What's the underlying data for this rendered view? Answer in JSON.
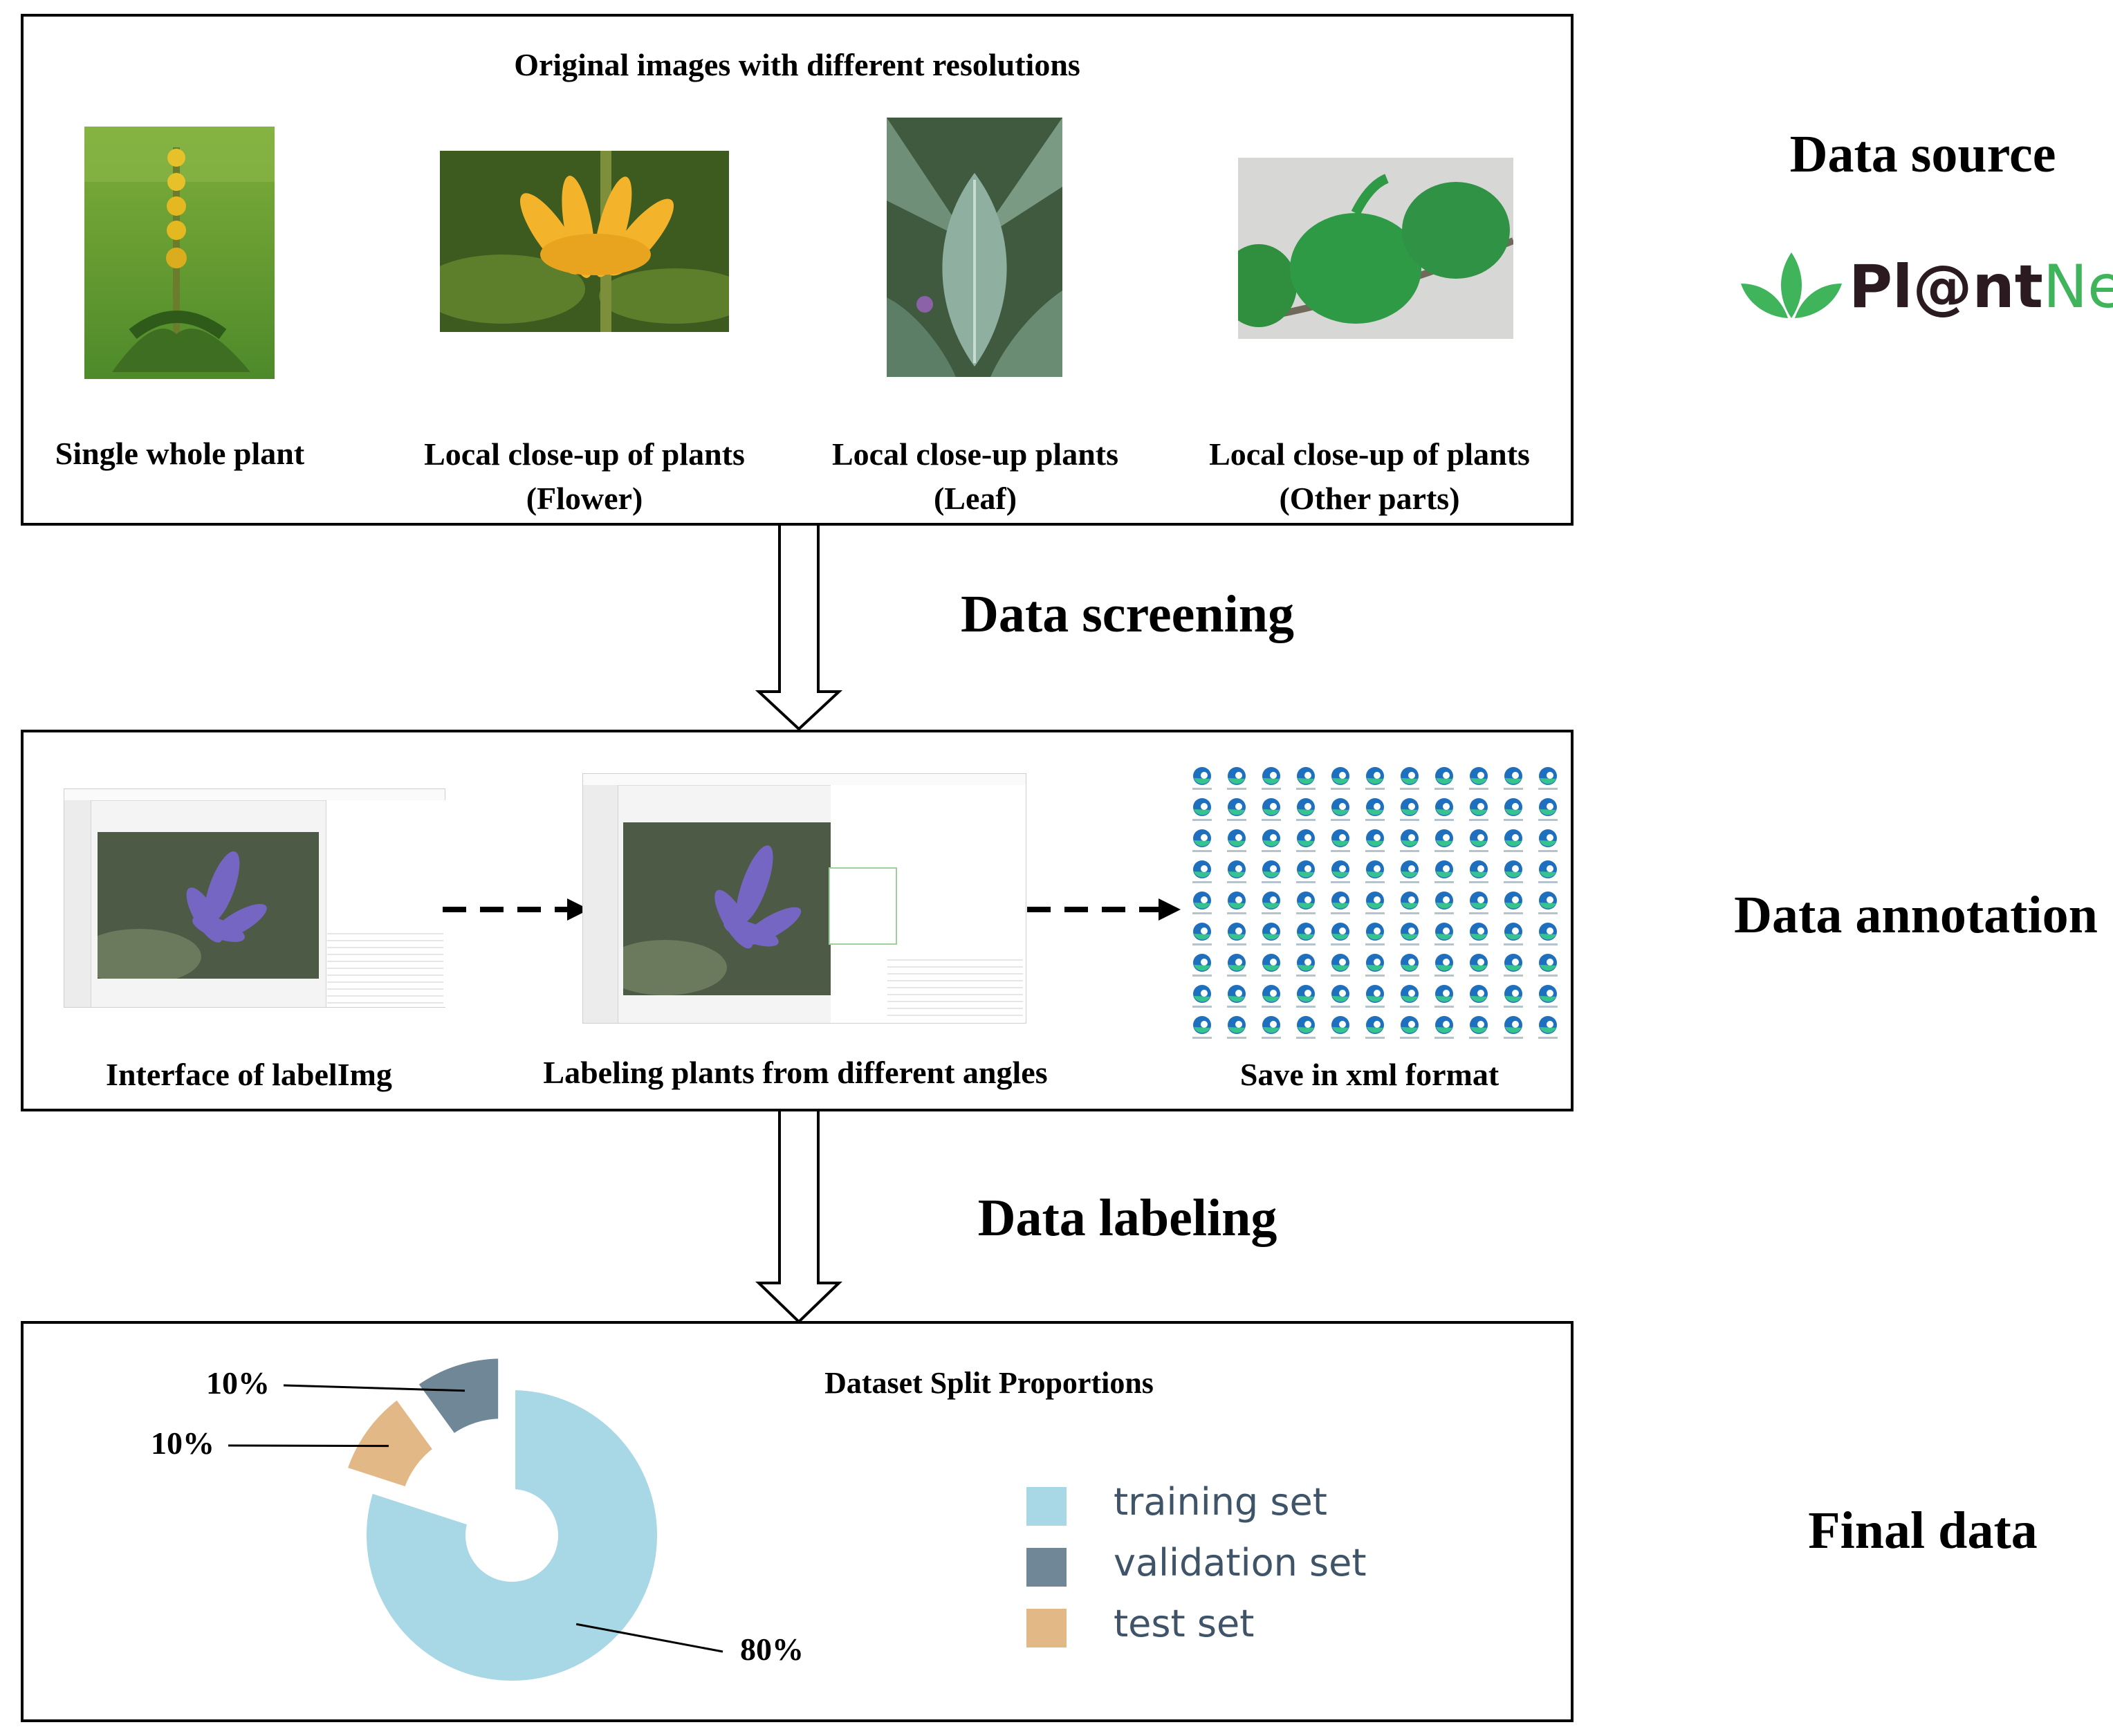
{
  "stages": {
    "source": "Data source",
    "screening": "Data screening",
    "annotation": "Data annotation",
    "labeling": "Data labeling",
    "final": "Final data"
  },
  "brand": {
    "logo_text_dark": "Pl@nt",
    "logo_text_green": "Net",
    "colors": {
      "dark": "#2b1a1f",
      "green": "#3fb45a"
    }
  },
  "source_box": {
    "title": "Original images with different resolutions",
    "images": [
      {
        "line1": "Single whole plant",
        "line2": ""
      },
      {
        "line1": "Local close-up of plants",
        "line2": "(Flower)"
      },
      {
        "line1": "Local close-up plants",
        "line2": "(Leaf)"
      },
      {
        "line1": "Local close-up of plants",
        "line2": "(Other parts)"
      }
    ]
  },
  "annotation_box": {
    "captions": [
      "Interface of labelImg",
      "Labeling plants from different angles",
      "Save in xml format"
    ]
  },
  "chart_data": {
    "type": "pie",
    "title": "Dataset Split Proportions",
    "categories": [
      "training set",
      "validation set",
      "test set"
    ],
    "values": [
      80,
      10,
      10
    ],
    "labels": [
      "80%",
      "10%",
      "10%"
    ],
    "colors": [
      "#a8d8e6",
      "#6f8796",
      "#e3b887"
    ],
    "legend": "right"
  }
}
